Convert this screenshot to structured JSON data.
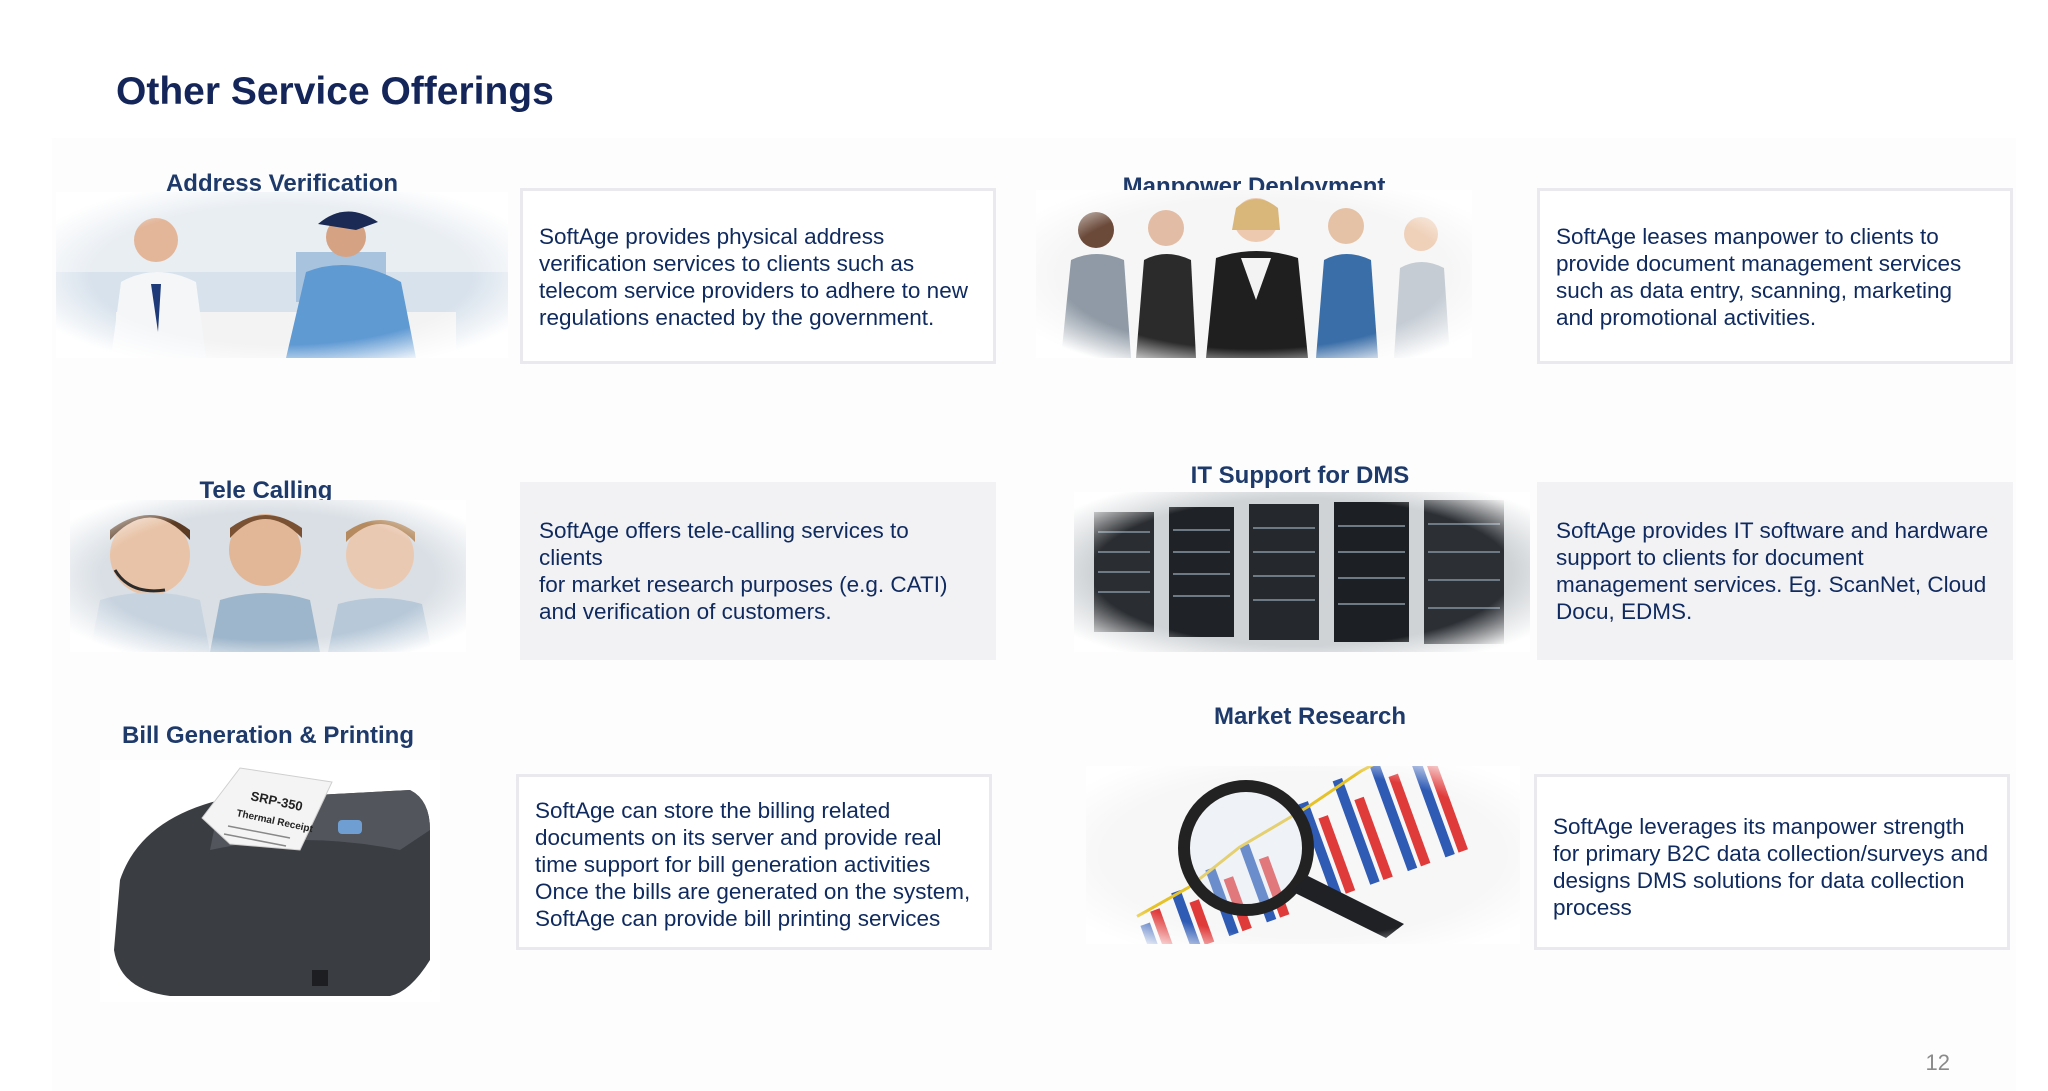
{
  "title": "Other Service Offerings",
  "page_number": "12",
  "services": [
    {
      "title": "Address Verification",
      "description": "SoftAge provides physical address\nverification services to clients such as\ntelecom service providers to adhere to new\nregulations enacted by the government."
    },
    {
      "title": "Manpower Deployment",
      "description": "SoftAge leases manpower to clients to\nprovide document management services\nsuch as data entry, scanning, marketing\nand promotional activities."
    },
    {
      "title": "Tele Calling",
      "description": "SoftAge offers tele-calling services to clients\nfor market research purposes (e.g. CATI)\nand verification of customers."
    },
    {
      "title": "IT Support for DMS",
      "description": "SoftAge provides IT software and hardware\nsupport to clients for document\nmanagement services. Eg. ScanNet, Cloud\nDocu, EDMS."
    },
    {
      "title": "Bill Generation & Printing",
      "description": "SoftAge can store the billing related\ndocuments on its server and provide real\ntime support for bill generation activities\nOnce the bills are generated on the system,\nSoftAge can provide bill printing services"
    },
    {
      "title": "Market Research",
      "description": "SoftAge leverages its manpower strength\nfor primary B2C data collection/surveys and\ndesigns DMS solutions for data collection\nprocess"
    }
  ],
  "printer_label": "SRP-350",
  "printer_receipt": "Thermal Receipt"
}
